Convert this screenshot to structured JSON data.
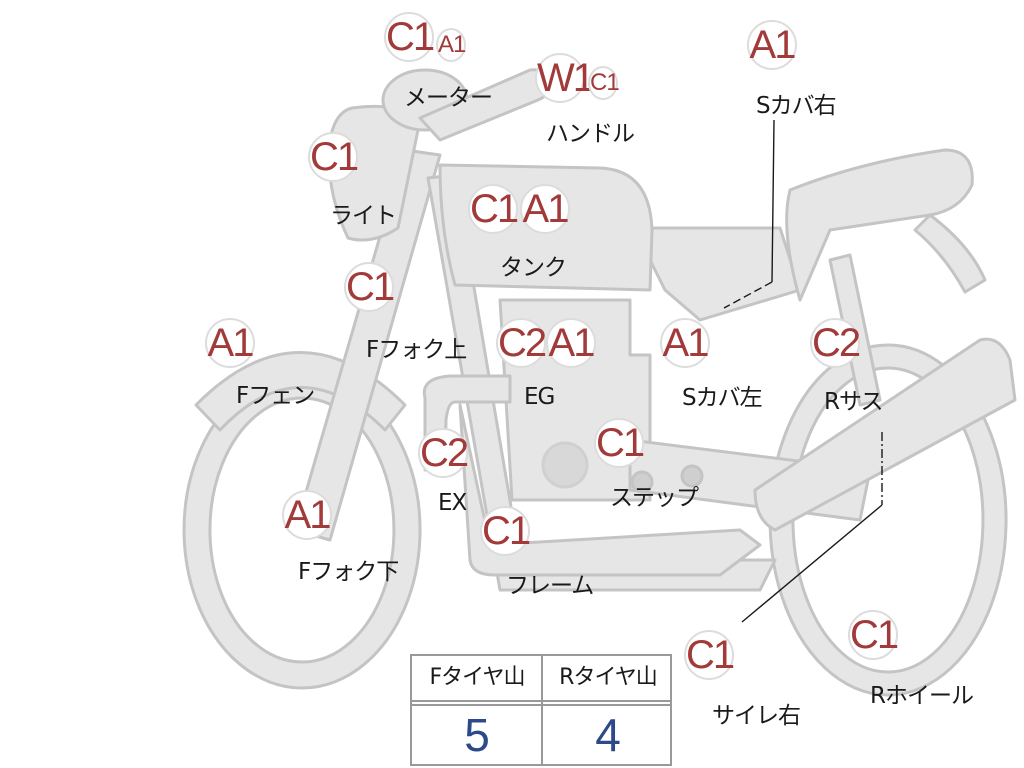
{
  "parts": {
    "meter": {
      "label": "メーター",
      "grades": [
        "C1",
        "A1"
      ]
    },
    "handle": {
      "label": "ハンドル",
      "grades": [
        "W1",
        "C1"
      ]
    },
    "side_cover_r": {
      "label": "Sカバ右",
      "grades": [
        "A1"
      ]
    },
    "light": {
      "label": "ライト",
      "grades": [
        "C1"
      ]
    },
    "tank": {
      "label": "タンク",
      "grades": [
        "C1",
        "A1"
      ]
    },
    "fork_upper": {
      "label": "Fフォク上",
      "grades": [
        "C1"
      ]
    },
    "front_fender": {
      "label": "Fフェン",
      "grades": [
        "A1"
      ]
    },
    "engine": {
      "label": "EG",
      "grades": [
        "C2",
        "A1"
      ]
    },
    "side_cover_l": {
      "label": "Sカバ左",
      "grades": [
        "A1"
      ]
    },
    "rear_susp": {
      "label": "Rサス",
      "grades": [
        "C2"
      ]
    },
    "exhaust": {
      "label": "EX",
      "grades": [
        "C2"
      ]
    },
    "step": {
      "label": "ステップ",
      "grades": [
        "C1"
      ]
    },
    "fork_lower": {
      "label": "Fフォク下",
      "grades": [
        "A1"
      ]
    },
    "frame": {
      "label": "フレーム",
      "grades": [
        "C1"
      ]
    },
    "muffler_r": {
      "label": "サイレ右",
      "grades": [
        "C1"
      ]
    },
    "rear_wheel": {
      "label": "Rホイール",
      "grades": [
        "C1"
      ]
    }
  },
  "tread": {
    "front_label": "Fタイヤ山",
    "rear_label": "Rタイヤ山",
    "front_value": "5",
    "rear_value": "4"
  },
  "colors": {
    "grade_text": "#a23a3a",
    "value_text": "#2c4a8a",
    "bike_fill": "#e6e6e6",
    "bike_stroke": "#c4c4c4"
  }
}
